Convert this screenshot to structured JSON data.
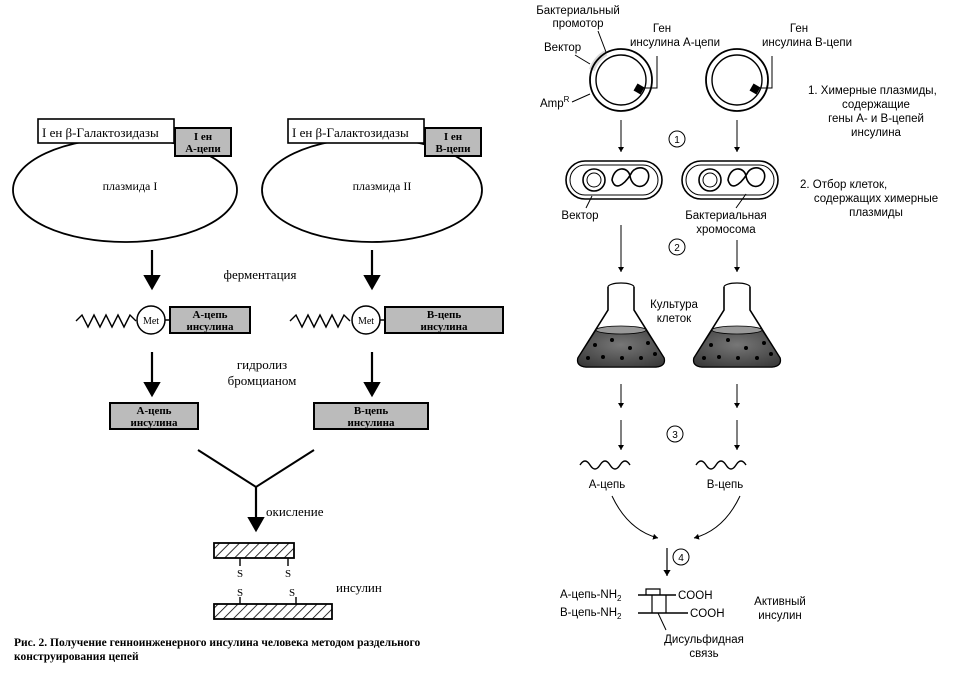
{
  "left": {
    "plasmid1": {
      "gene_label": "I ен β-Гaлaктoзидaзы",
      "gene_box_line1": "I ен",
      "gene_box_line2": "А-цепи",
      "name": "плазмида  I"
    },
    "plasmid2": {
      "gene_label": "I ен β-Гaлaктoзидaзы",
      "gene_box_line1": "I ен",
      "gene_box_line2": "В-цепи",
      "name": "плазмида  II"
    },
    "step_fermentation": "ферментация",
    "met_label": "Met",
    "fusion1_line1": "А-цепь",
    "fusion1_line2": "инсулина",
    "fusion2_line1": "В-цепь",
    "fusion2_line2": "инсулина",
    "step_hydrolysis_line1": "гидролиз",
    "step_hydrolysis_line2": "бромцианом",
    "chainA_line1": "А-цепь",
    "chainA_line2": "инсулина",
    "chainB_line1": "В-цепь",
    "chainB_line2": "инсулина",
    "step_oxidation": "окисление",
    "s_label": "S",
    "insulin_label": "инсулин"
  },
  "right": {
    "promoter_line1": "Бактериальный",
    "promoter_line2": "промотор",
    "vector_label": "Вектор",
    "ampr_label": "Amp",
    "ampr_sup": "R",
    "geneA_line1": "Ген",
    "geneA_line2": "инсулина А-цепи",
    "geneB_line1": "Ген",
    "geneB_line2": "инсулина В-цепи",
    "note1_line1": "1. Химерные плазмиды,",
    "note1_line2": "содержащие",
    "note1_line3": "гены А- и В-цепей",
    "note1_line4": "инсулина",
    "step1": "1",
    "vector_label2": "Вектор",
    "chromosome_line1": "Бактериальная",
    "chromosome_line2": "хромосома",
    "note2_line1": "2. Отбор клеток,",
    "note2_line2": "содержащих химерные",
    "note2_line3": "плазмиды",
    "step2": "2",
    "culture_line1": "Культура",
    "culture_line2": "клеток",
    "step3": "3",
    "chainA": "А-цепь",
    "chainB": "В-цепь",
    "step4": "4",
    "a_chain_nh2": "А-цепь-NH",
    "b_chain_nh2": "В-цепь-NH",
    "nh2_sub": "2",
    "cooh_a": "COOH",
    "cooh_b": "COOH",
    "active_line1": "Активный",
    "active_line2": "инсулин",
    "disulfide_line1": "Дисульфидная",
    "disulfide_line2": "связь"
  },
  "caption_line1": "Рис. 2. Получение генноинженерного инсулина человека методом раздельного",
  "caption_line2": "конструирования цепей"
}
